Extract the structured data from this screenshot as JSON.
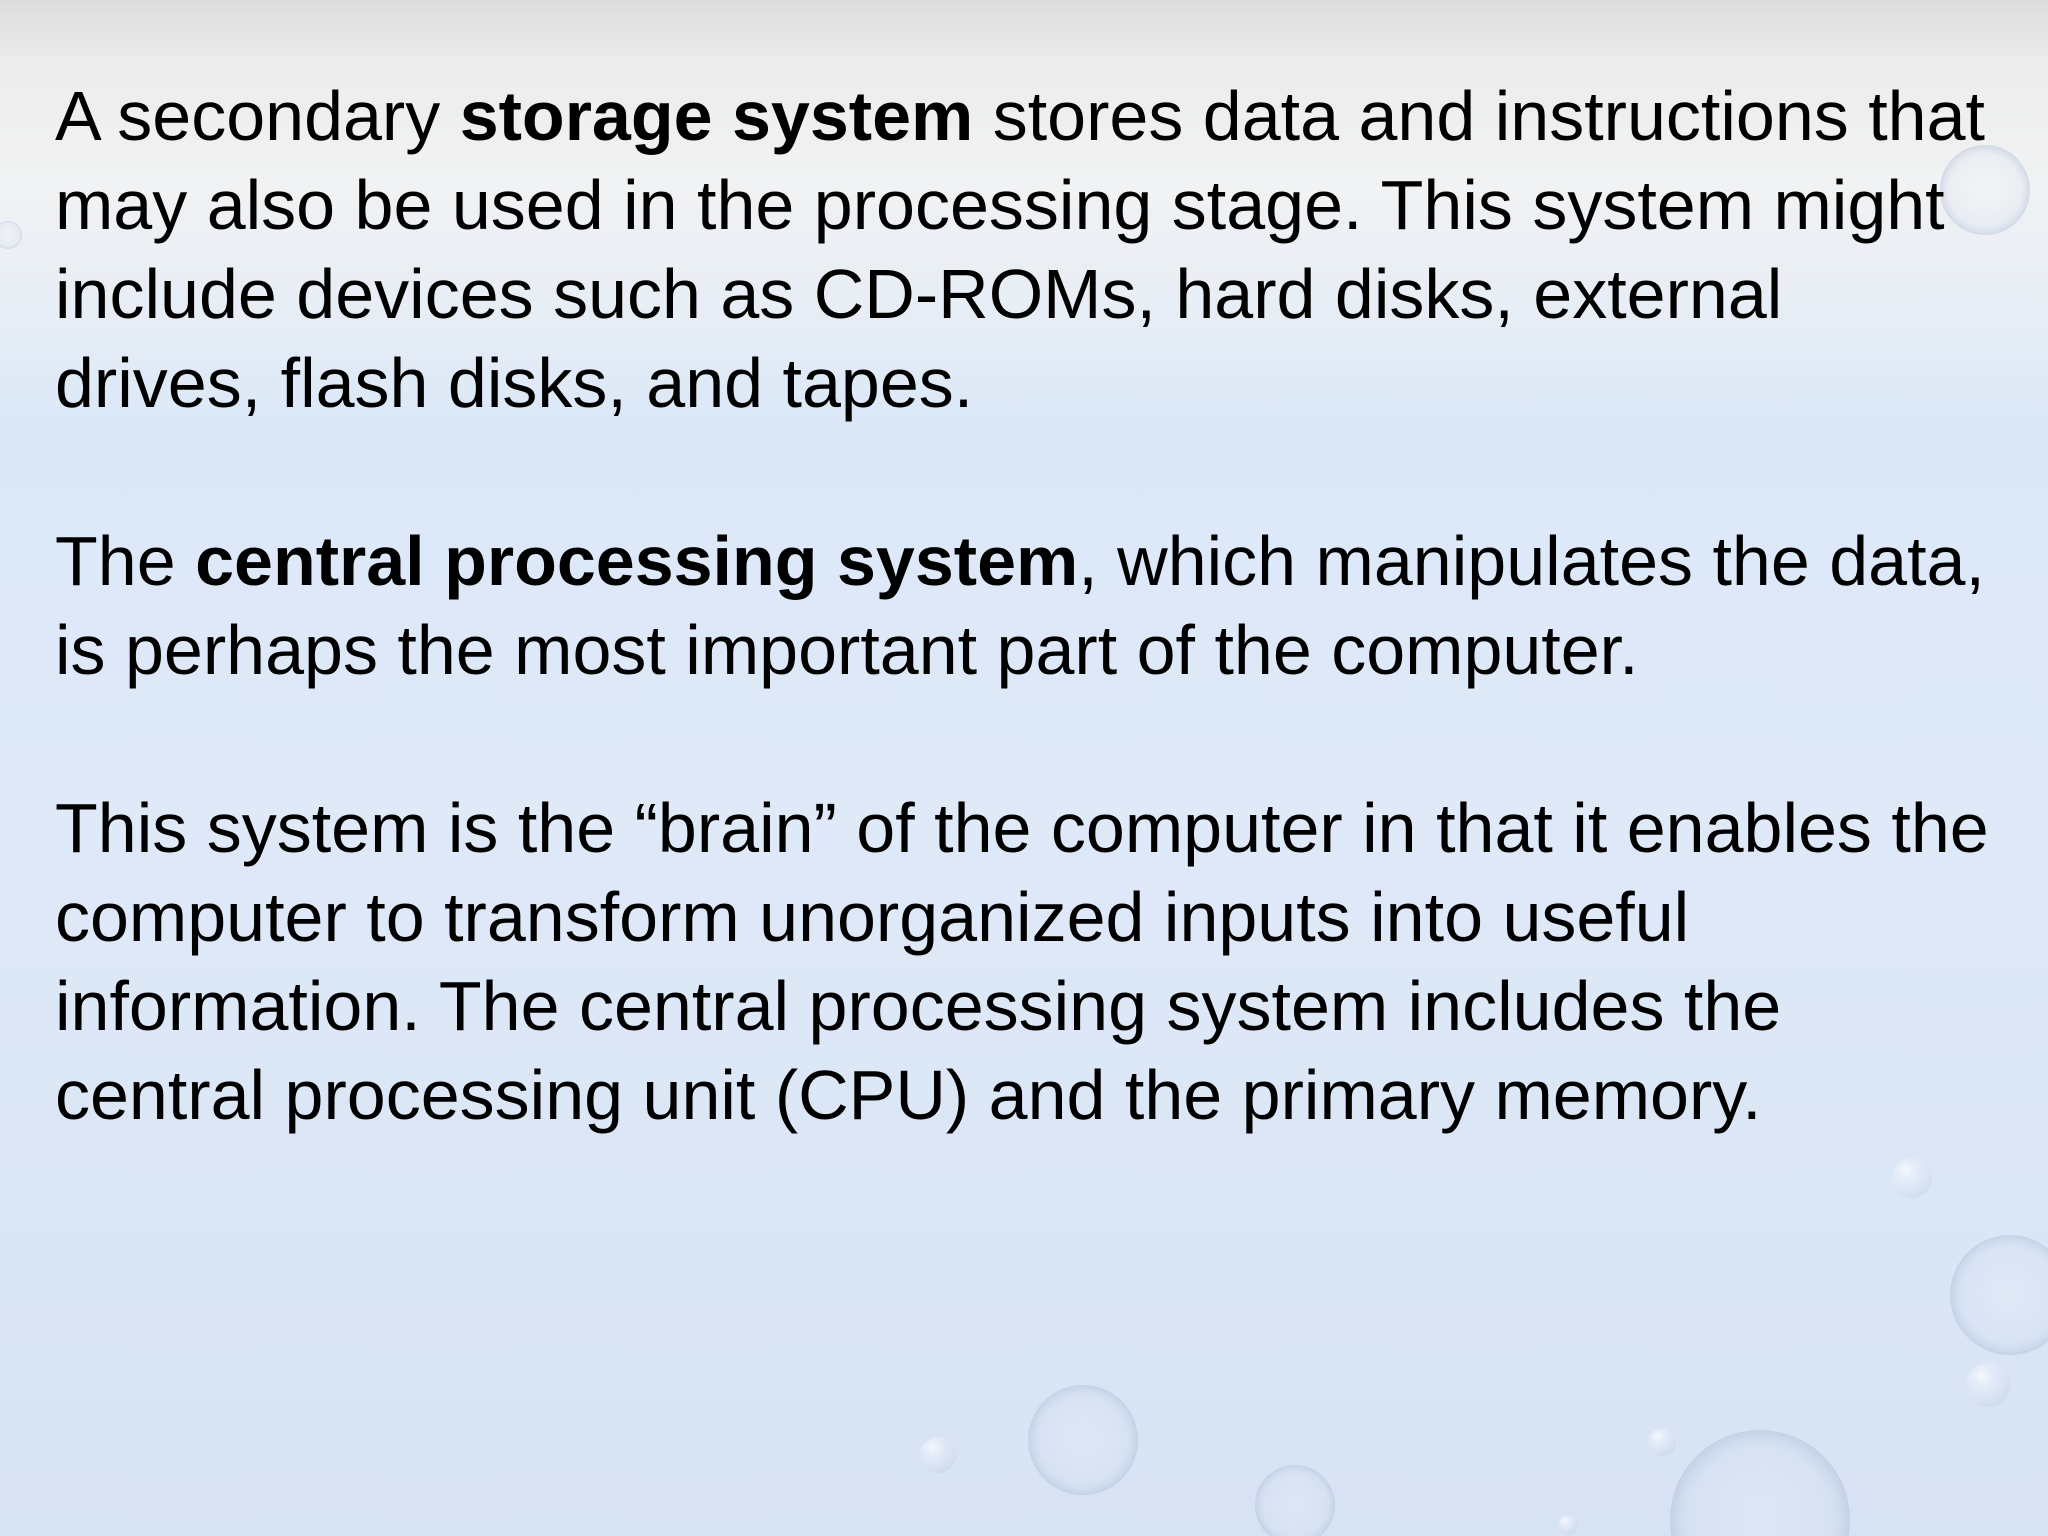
{
  "paragraphs": [
    {
      "pre": "A secondary ",
      "bold": "storage system",
      "post": " stores data and instructions that may also be used in the processing stage. This system might include devices such as CD-ROMs, hard disks, external drives, flash disks, and tapes."
    },
    {
      "pre": "The ",
      "bold": "central processing system",
      "post": ", which manipulates the data, is perhaps the most important part of the computer."
    },
    {
      "text": "This system is the “brain” of the computer in that it enables the computer to transform unorganized inputs into useful information. The central processing system includes the central processing unit (CPU) and the primary memory."
    }
  ],
  "colors": {
    "text": "#000000",
    "background_top": "#dcdcdc",
    "background_main": "#dfe9f8"
  }
}
